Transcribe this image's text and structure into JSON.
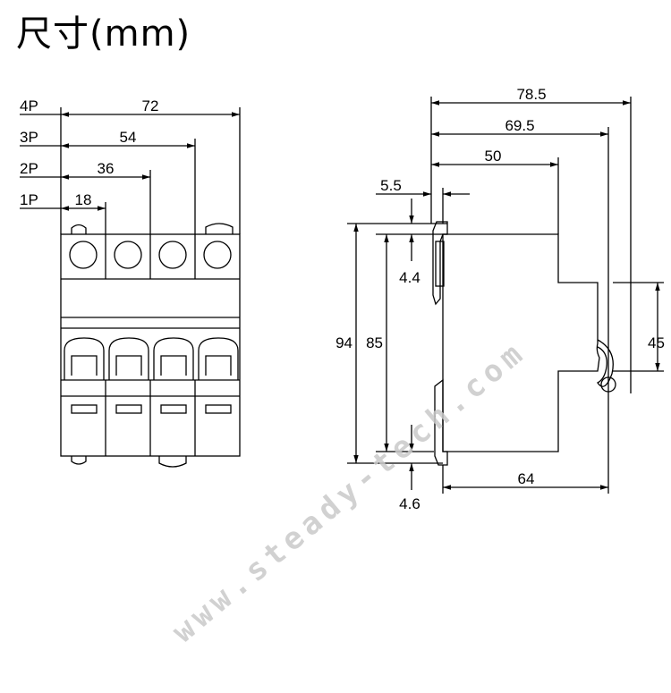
{
  "title": "尺寸(mm)",
  "front_view": {
    "pole_labels": [
      "4P",
      "3P",
      "2P",
      "1P"
    ],
    "pole_widths": [
      "72",
      "54",
      "36",
      "18"
    ]
  },
  "side_view": {
    "widths": [
      "78.5",
      "69.5",
      "50",
      "5.5"
    ],
    "heights": [
      "94",
      "85",
      "45"
    ],
    "clip_offsets": [
      "4.4",
      "4.6"
    ],
    "base_depth": "64"
  },
  "watermark": "www.steady-tech.com"
}
